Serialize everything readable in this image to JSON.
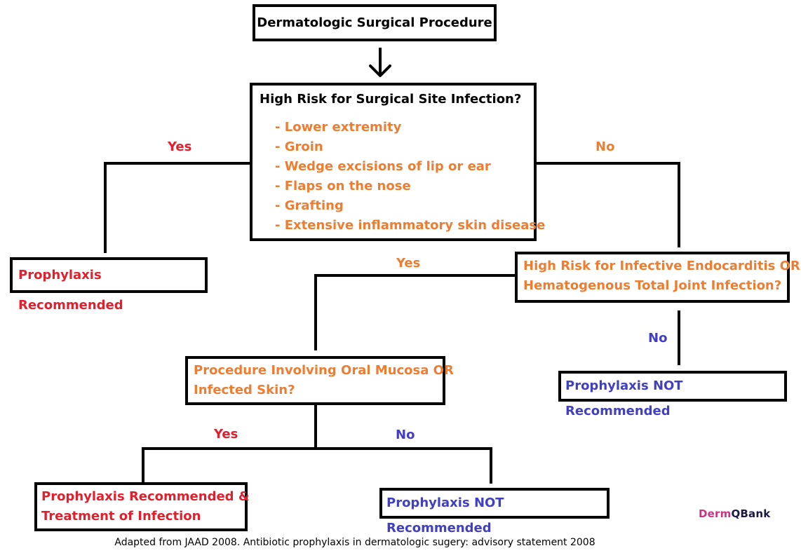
{
  "colors": {
    "border": "#000000",
    "dark_text": "#000000",
    "orange": "#ed7d31",
    "red": "#e0202c",
    "blue": "#4040c0",
    "logo_dark": "#1a1a40",
    "logo_accent": "#cc3380"
  },
  "root": {
    "text": "Dermatologic Surgical Procedure"
  },
  "q1": {
    "title": "High Risk for Surgical Site Infection?",
    "items": [
      "- Lower extremity",
      "- Groin",
      "- Wedge excisions of lip or ear",
      "- Flaps on the nose",
      "- Grafting",
      "- Extensive inflammatory skin disease"
    ]
  },
  "q1_yes": "Yes",
  "q1_no": "No",
  "result_q1_yes": "Prophylaxis Recommended",
  "q2": {
    "line1": "High Risk for Infective Endocarditis OR",
    "line2": "Hematogenous Total Joint Infection?"
  },
  "q2_yes": "Yes",
  "q2_no": "No",
  "result_q2_no": "Prophylaxis NOT Recommended",
  "q3": {
    "line1": "Procedure Involving Oral Mucosa OR",
    "line2": "Infected Skin?"
  },
  "q3_yes": "Yes",
  "q3_no": "No",
  "result_q3_yes": {
    "line1": "Prophylaxis Recommended &",
    "line2": "Treatment of Infection"
  },
  "result_q3_no": "Prophylaxis NOT Recommended",
  "logo": {
    "part1": "Derm",
    "part2": "Q",
    "part3": "Bank"
  },
  "caption": "Adapted from JAAD 2008. Antibiotic prophylaxis in dermatologic sugery: advisory statement 2008"
}
